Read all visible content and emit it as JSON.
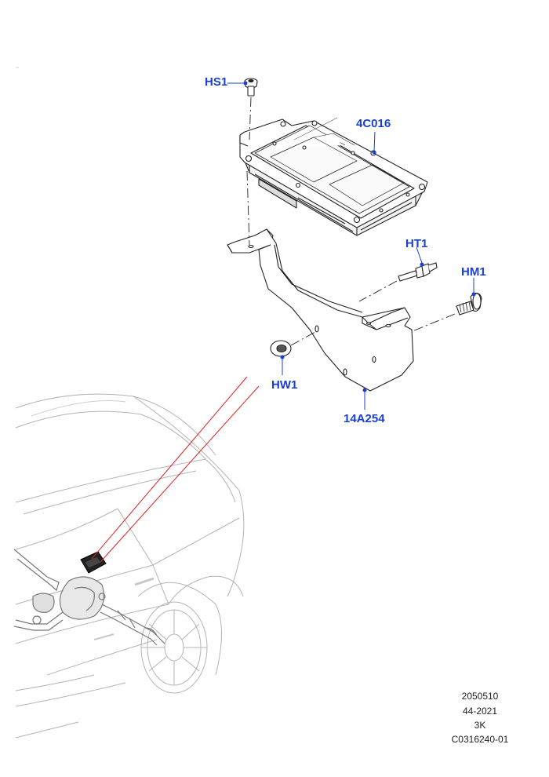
{
  "callouts": {
    "hs1": "HS1",
    "c4c016": "4C016",
    "ht1": "HT1",
    "hm1": "HM1",
    "hw1": "HW1",
    "a14a254": "14A254"
  },
  "illustration_info": {
    "line1": "2050510",
    "line2": "44-2021",
    "line3": "3K",
    "line4": "C0316240-01"
  },
  "colors": {
    "callout_text": "#1a3fd6",
    "leader_line": "#1a3fd6",
    "pointer_line": "#e02020",
    "drawing_line": "#222222",
    "vehicle_line": "#aaaaaa"
  }
}
